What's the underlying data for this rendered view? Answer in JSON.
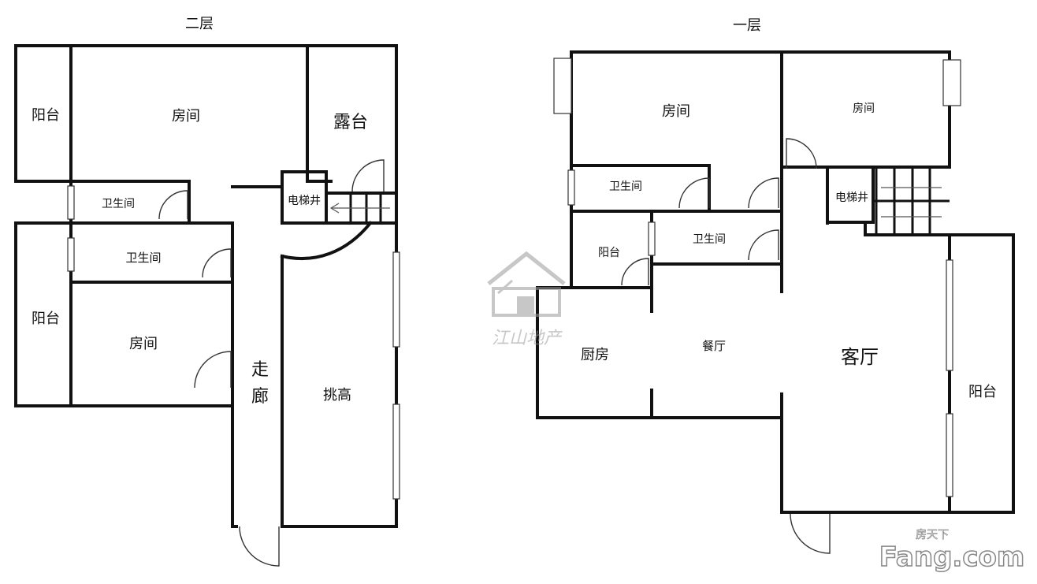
{
  "floors": {
    "second": {
      "title": "二层",
      "rooms": {
        "balcony_top": "阳台",
        "room_top": "房间",
        "terrace": "露台",
        "elevator": "电梯井",
        "bathroom_a": "卫生间",
        "bathroom_b": "卫生间",
        "balcony_bottom": "阳台",
        "room_bottom": "房间",
        "corridor_1": "走",
        "corridor_2": "廊",
        "double_height": "挑高"
      }
    },
    "first": {
      "title": "一层",
      "rooms": {
        "room_left": "房间",
        "room_right": "房间",
        "bathroom_a": "卫生间",
        "elevator": "电梯井",
        "balcony_small": "阳台",
        "bathroom_b": "卫生间",
        "kitchen": "厨房",
        "dining": "餐厅",
        "living": "客厅",
        "balcony_right": "阳台"
      }
    }
  },
  "watermark": {
    "agency": "江山地产",
    "brand_top": "房天下",
    "brand_main": "Fang.com"
  },
  "colors": {
    "wall": "#111111",
    "watermark": "#9a9a9a"
  }
}
